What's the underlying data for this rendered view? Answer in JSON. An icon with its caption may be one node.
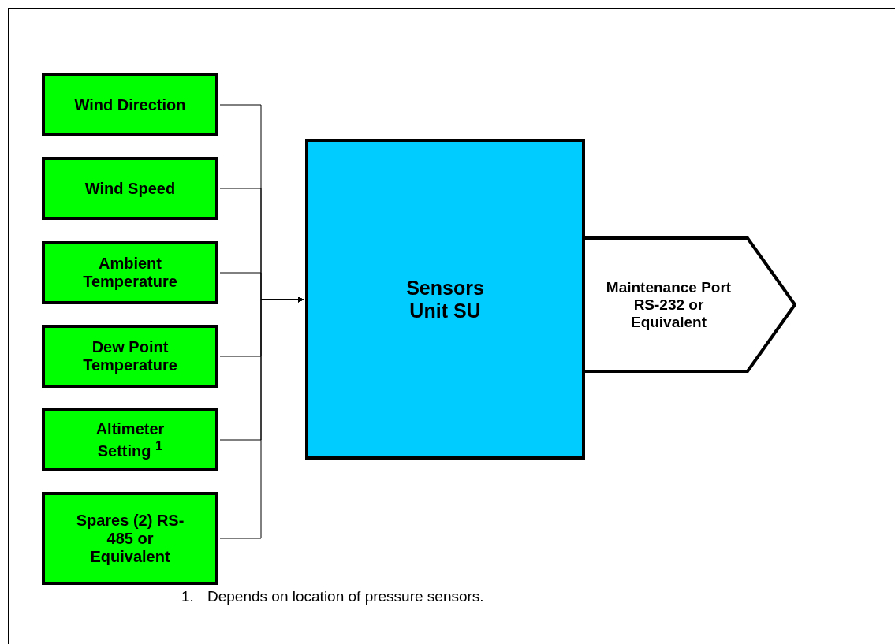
{
  "diagram": {
    "nodes": [
      {
        "text": [
          "Wind Direction"
        ]
      },
      {
        "text": [
          "Wind Speed"
        ]
      },
      {
        "text": [
          "Ambient Temperature"
        ]
      },
      {
        "text": [
          "Dew Point Temperature"
        ]
      },
      {
        "text": [
          "Altimeter Setting $^{1}$"
        ]
      },
      {
        "text": [
          "Spares (2) RS-485 or Equivalent"
        ]
      },
      {
        "text": [
          "Sensors Unit SU"
        ]
      },
      {
        "text": [
          "Maintenance Port RS-232 or Equivalent"
        ]
      }
    ],
    "edges": [
      {
        "from": 0,
        "to": 6,
        "arrow": "to"
      },
      {
        "from": 1,
        "to": 6,
        "arrow": "to"
      },
      {
        "from": 2,
        "to": 6,
        "arrow": "to"
      },
      {
        "from": 3,
        "to": 6,
        "arrow": "to"
      },
      {
        "from": 4,
        "to": 6,
        "arrow": "to"
      },
      {
        "from": 5,
        "to": 6,
        "arrow": "to"
      }
    ],
    "labels": [
      "1.",
      "Depends on location of pressure sensors."
    ]
  }
}
